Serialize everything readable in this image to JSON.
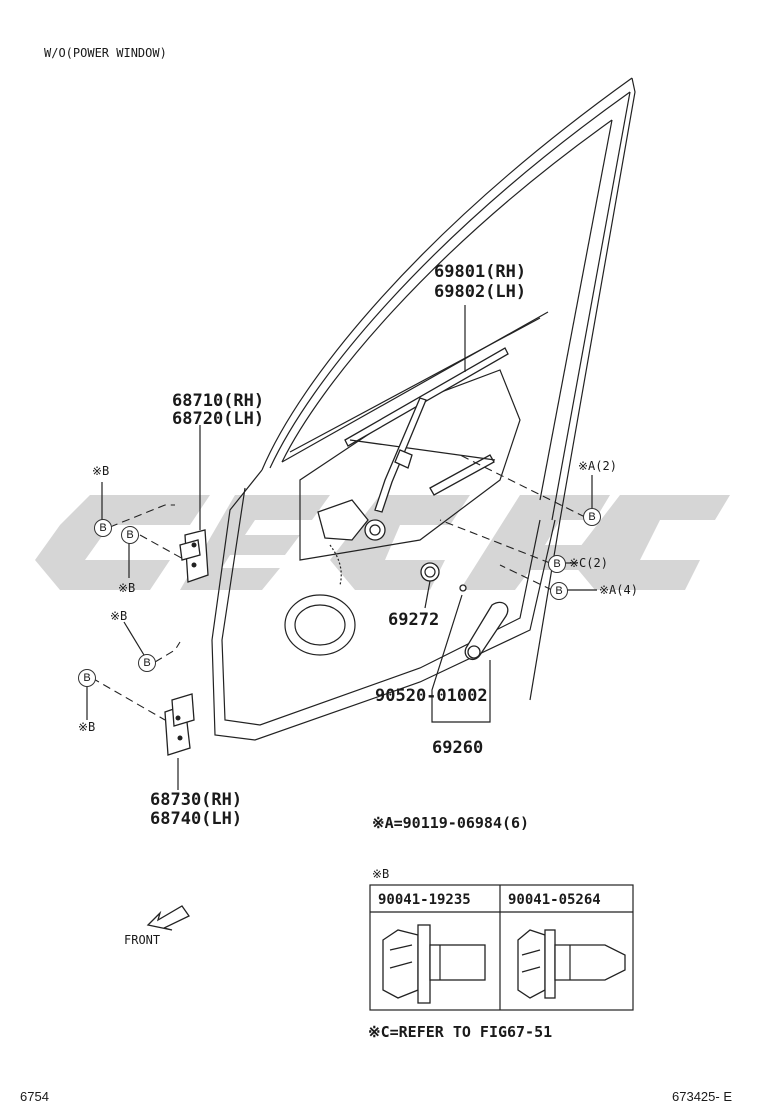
{
  "header_note": "W/O(POWER WINDOW)",
  "watermark_color": "#c8c8c8",
  "parts": {
    "regulator_rh": "69801(RH)",
    "regulator_lh": "69802(LH)",
    "upper_hinge_rh": "68710(RH)",
    "upper_hinge_lh": "68720(LH)",
    "lower_hinge_rh": "68730(RH)",
    "lower_hinge_lh": "68740(LH)",
    "grommet": "69272",
    "handle_screw": "90520-01002",
    "handle": "69260"
  },
  "callouts": {
    "note_b": "※B",
    "circle_b": "B",
    "a2": "※A(2)",
    "c2": "※C(2)",
    "a4": "※A(4)"
  },
  "notes": {
    "a_ref": "※A=90119-06984(6)",
    "b_ref": "※B",
    "c_ref": "※C=REFER TO FIG67-51"
  },
  "bolt_table": {
    "headers": [
      "90041-19235",
      "90041-05264"
    ]
  },
  "front_label": "FRONT",
  "footer": {
    "left": "6754",
    "right": "673425- E"
  }
}
